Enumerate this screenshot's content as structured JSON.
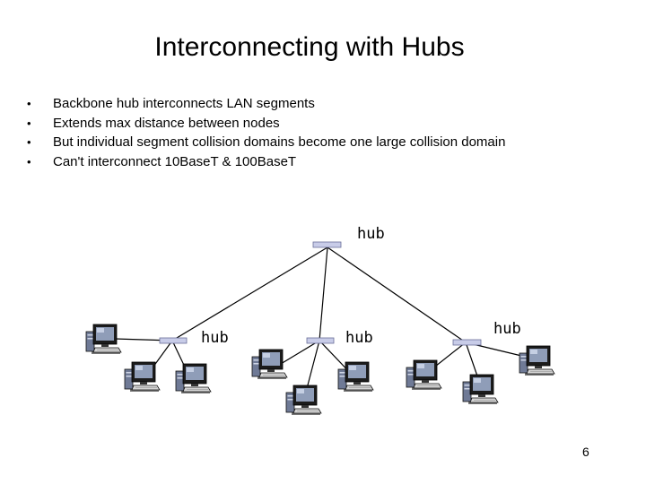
{
  "slide": {
    "title": "Interconnecting with Hubs",
    "bullets": [
      {
        "marker": "•",
        "text": "Backbone hub interconnects LAN segments"
      },
      {
        "marker": "•",
        "text": "Extends max distance between nodes"
      },
      {
        "marker": "•",
        "text": "But individual segment collision domains become one large collision domain"
      },
      {
        "marker": "•",
        "text": "Can't interconnect 10BaseT & 100BaseT"
      }
    ],
    "page_number": "6"
  },
  "diagram": {
    "hub_labels": {
      "backbone": "hub",
      "left": "hub",
      "middle": "hub",
      "right": "hub"
    },
    "hub_color": "#a9aed6",
    "hub_top_color": "#c8cce8",
    "computer_icon": "desktop-computer-icon"
  }
}
